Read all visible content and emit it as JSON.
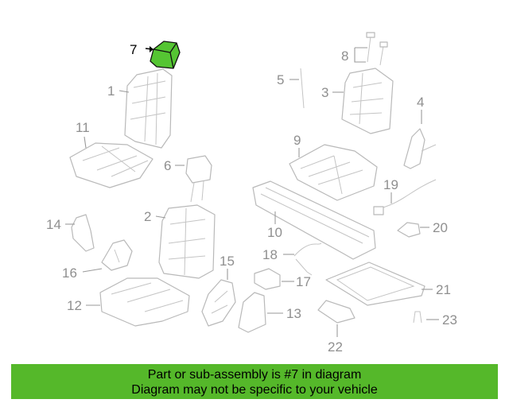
{
  "diagram": {
    "highlighted_part": "7",
    "highlight_color": "#55c533",
    "callouts": {
      "p1": "1",
      "p2": "2",
      "p3": "3",
      "p4": "4",
      "p5": "5",
      "p6": "6",
      "p7": "7",
      "p8": "8",
      "p9": "9",
      "p10": "10",
      "p11": "11",
      "p12": "12",
      "p13": "13",
      "p14": "14",
      "p15": "15",
      "p16": "16",
      "p17": "17",
      "p18": "18",
      "p19": "19",
      "p20": "20",
      "p21": "21",
      "p22": "22",
      "p23": "23"
    }
  },
  "banner": {
    "line1": "Part or sub-assembly is #7 in diagram",
    "line2": "Diagram may not be specific to your vehicle",
    "background": "#55b82a"
  }
}
